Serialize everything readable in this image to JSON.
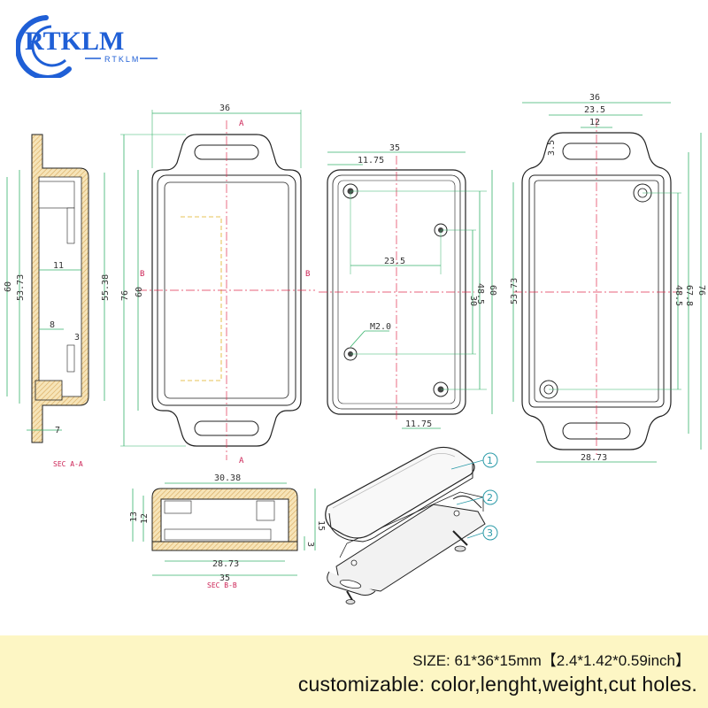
{
  "brand": {
    "logo_text": "RTKLM",
    "logo_subtext": "RTKLM",
    "color": "#1f5fd6"
  },
  "drawing": {
    "section_aa": {
      "label": "SEC A-A",
      "dims": [
        "60",
        "53.73",
        "11",
        "8",
        "3",
        "7",
        "55.38"
      ]
    },
    "front_view": {
      "width": "36",
      "height_outer": "76",
      "height_inner": "60",
      "cut_a_top": "A",
      "cut_a_bottom": "A",
      "cut_b_left": "B",
      "cut_b_right": "B"
    },
    "inner_view": {
      "width": "35",
      "top_offset": "11.75",
      "bottom_offset": "11.75",
      "hole_spacing": "23.5",
      "thread": "M2.0",
      "dims_right": [
        "30",
        "48.5",
        "60"
      ]
    },
    "base_view": {
      "width": "36",
      "slot_span": "23.5",
      "slot_len": "12",
      "slot_r": "3.5",
      "bottom_width": "28.73",
      "dims_left": "53.73",
      "dims_right": [
        "48.5",
        "67.8",
        "76"
      ]
    },
    "section_bb": {
      "label": "SEC B-B",
      "top_width": "30.38",
      "bottom_width": "28.73",
      "total_width": "35",
      "dims_left": [
        "13",
        "12"
      ],
      "dims_right": [
        "15",
        "3"
      ]
    },
    "callouts": [
      "1",
      "2",
      "3"
    ]
  },
  "specs": {
    "size_line": "SIZE: 61*36*15mm【2.4*1.42*0.59inch】",
    "custom_line": "customizable: color,lenght,weight,cut holes."
  },
  "colors": {
    "outline": "#222222",
    "dim_line": "#36b36b",
    "center_line": "#e03050",
    "hatch": "#d9a85a",
    "hidden": "#e0b020",
    "banner": "#fdf6c4"
  }
}
